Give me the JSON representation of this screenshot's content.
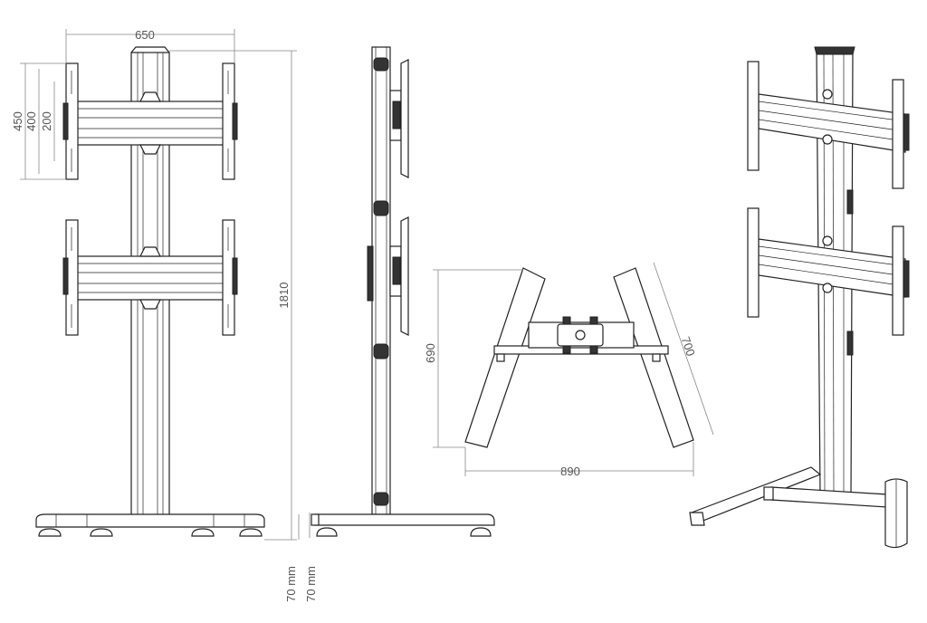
{
  "dimensions": {
    "width": "650",
    "height_450": "450",
    "height_400": "400",
    "height_200": "200",
    "total_height": "1810",
    "base_depth": "690",
    "base_width": "890",
    "leg_length": "700",
    "foot_height_front": "70 mm",
    "foot_height_side": "70 mm"
  },
  "colors": {
    "line": "#222222",
    "dimension": "#888888",
    "text": "#555555"
  }
}
